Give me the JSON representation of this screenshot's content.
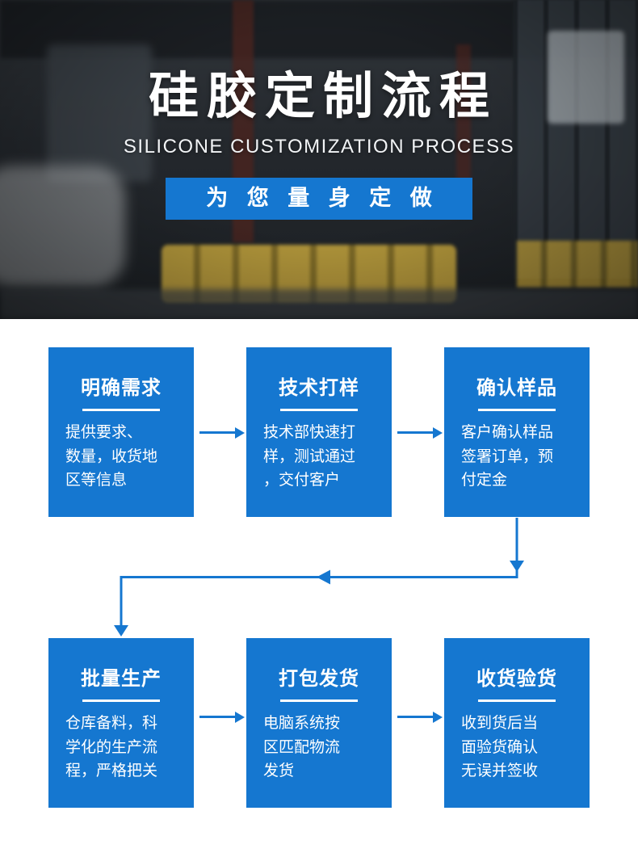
{
  "hero": {
    "title": "硅胶定制流程",
    "subtitle": "SILICONE CUSTOMIZATION PROCESS",
    "banner_label": "为 您 量 身 定 做"
  },
  "flow": {
    "steps": [
      {
        "title": "明确需求",
        "desc": "提供要求、\n数量，收货地\n区等信息"
      },
      {
        "title": "技术打样",
        "desc": "技术部快速打\n样，测试通过\n，交付客户"
      },
      {
        "title": "确认样品",
        "desc": "客户确认样品\n签署订单，预\n付定金"
      },
      {
        "title": "批量生产",
        "desc": "仓库备料，科\n学化的生产流\n程，严格把关"
      },
      {
        "title": "打包发货",
        "desc": "电脑系统按\n区匹配物流\n发货"
      },
      {
        "title": "收货验货",
        "desc": "收到货后当\n面验货确认\n无误并签收"
      }
    ]
  },
  "colors": {
    "accent_blue": "#1577d0",
    "bucket_yellow": "#c9a83e",
    "hero_background": "#24282d"
  }
}
